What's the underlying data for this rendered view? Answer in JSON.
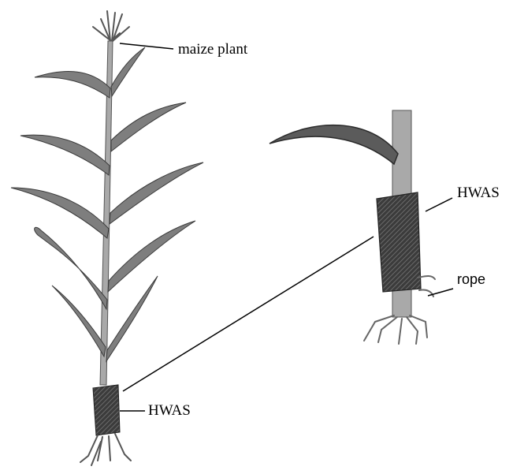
{
  "labels": {
    "maize_plant": "maize plant",
    "hwas_detail": "HWAS",
    "rope": "rope",
    "hwas_whole": "HWAS"
  },
  "colors": {
    "leaf": "#7e7e7e",
    "leaf_dark": "#3a3a3a",
    "stem": "#a9a9a9",
    "sleeve": "#3b3b3b",
    "line": "#000000"
  },
  "icons": {
    "plant": "maize-plant-drawing",
    "detail": "hwas-stem-detail-drawing"
  }
}
